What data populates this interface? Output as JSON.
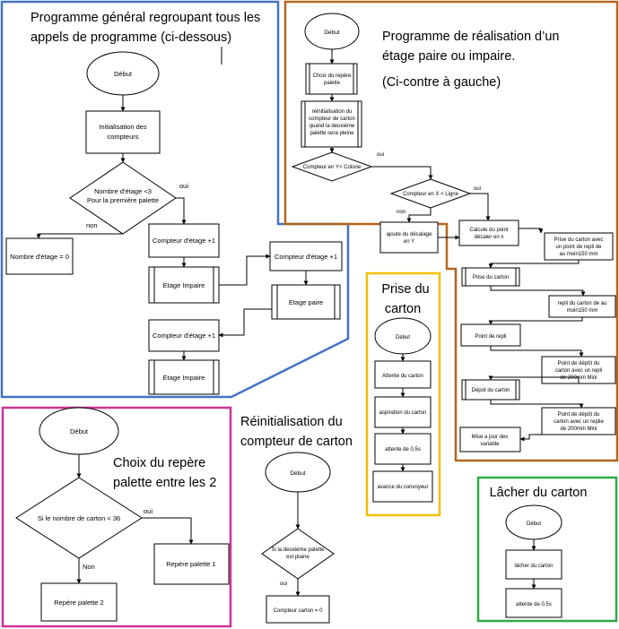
{
  "colors": {
    "blue": "#4472c4",
    "brown": "#b5651d",
    "yellow": "#f0c000",
    "magenta": "#cc3399",
    "green": "#2eaa44"
  },
  "general": {
    "title1": "Programme général regroupant tous les",
    "title2": "appels de programme (ci-dessous)",
    "start": "Début",
    "init1": "Initialisation des",
    "init2": "compteurs",
    "dec1": "Nombre d'étage <3",
    "dec2": "Pour la première palette",
    "yes": "oui",
    "no": "non",
    "reset": "Nombre d'étage = 0",
    "cnt1": "Compteur d'étage +1",
    "odd1": "Etage Impaire",
    "cnt2": "Compteur d'étage +1",
    "even": "Etage paire",
    "cnt3": "Compteur d'étage +1",
    "odd2": "Etage Impaire"
  },
  "floor": {
    "title1": "Programme de réalisation d’un",
    "title2": "étage paire ou impaire.",
    "title3": "(Ci-contre à gauche)",
    "start": "Début",
    "choice1": "Choix du repère",
    "choice2": "palette",
    "reinit1": "réinitialisation du",
    "reinit2": "compteur de carton",
    "reinit3": "quand la deuxième",
    "reinit4": "palette sera pleine",
    "decY": "Compteur en Y< Colone",
    "yes1": "oui",
    "decX": "Compteur en X < Ligne",
    "yes2": "oui",
    "no": "non",
    "shift1": "ajoute du décalage",
    "shift2": "en Y",
    "calc1": "Calcule du point",
    "calc2": "décaler en x",
    "pick": "Prise du carton",
    "fall1": "Point de repli",
    "drop": "Dépot du carton",
    "update1": "Mise a jour des",
    "update2": "variable",
    "r1a": "Prise du carton avec",
    "r1b": "un point de repli de",
    "r1c": "au moin150 mm",
    "r2a": "repli du carton de au",
    "r2b": "moin150 mm",
    "r3a": "Point de dépôt du",
    "r3b": "carton avec un repli",
    "r3c": "de 200mm Mini",
    "r4a": "Point de dépôt du",
    "r4b": "carton avec un replie",
    "r4c": "de 200mm Mini"
  },
  "pick": {
    "title1": "Prise du",
    "title2": "carton",
    "start": "Début",
    "s1": "Attente du carton",
    "s2": "aspiration du carton",
    "s3": "attente de 0.5s",
    "s4": "avance du convoyeur"
  },
  "choice": {
    "title1": "Choix du repère",
    "title2": "palette entre les 2",
    "start": "Début",
    "dec": "Si le nombre de carton < 36",
    "yes": "oui",
    "no": "Non",
    "p1": "Repère palette 1",
    "p2": "Repère palette 2"
  },
  "reset": {
    "title1": "Réinitialisation du",
    "title2": "compteur de carton",
    "start": "Début",
    "dec1": "Si la deuxième palette",
    "dec2": "est plaine",
    "yes": "oui",
    "set": "Compteur carton = 0"
  },
  "drop": {
    "title": "Lâcher du carton",
    "start": "Début",
    "s1": "lâcher du carton",
    "s2": "attente de 0.5s"
  }
}
